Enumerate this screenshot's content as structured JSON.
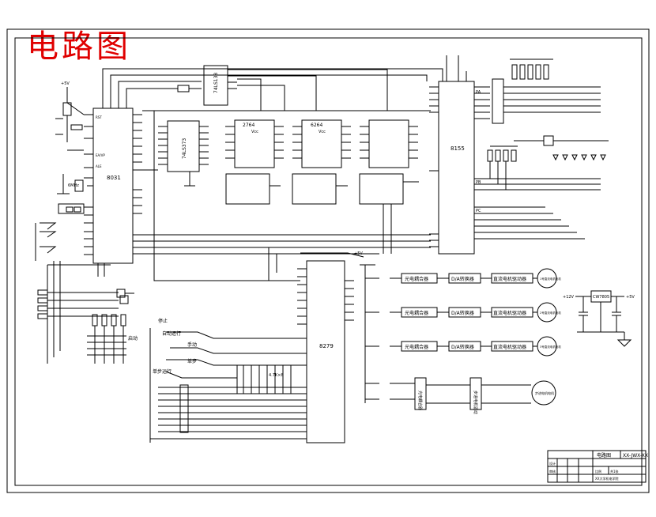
{
  "title": "电路图",
  "colors": {
    "title": "#e00000",
    "ink": "#000000",
    "paper": "#ffffff"
  },
  "chips": {
    "mcu": "8031",
    "latch": "74LS373",
    "eprom": "2764",
    "ram": "6264",
    "ppi": "8155",
    "adc": "8279",
    "decoder": "74LS138",
    "pin_vcc": "Vcc",
    "pin_ale": "ALE",
    "pin_ea": "EA/VP",
    "pin_rst": "RST"
  },
  "blocks": {
    "b1": "光电耦合器",
    "b2": "D/A转换器",
    "b3": "直流电机驱动器",
    "m1": "1号直流电机电机",
    "m2": "2号直流电机电机",
    "m3": "3号直流电机电机",
    "c1": "光电耦合器",
    "c2": "步进电机驱动",
    "m4": "步进电机电机"
  },
  "switches": {
    "auto": "自动运行",
    "manual": "手动",
    "step": "单步",
    "single": "单步运行",
    "stop": "停止",
    "start": "启动"
  },
  "labels": {
    "vcc": "+5V",
    "crystal": "6MHz",
    "reg": "CW7805",
    "in12": "+12V",
    "resnet": "4.7K×8",
    "port_pa": "PA",
    "port_pb": "PB",
    "port_pc": "PC"
  },
  "titleblock": {
    "name": "电路图",
    "code": "XX-JWX-XX",
    "row1": "设计",
    "row2": "审核",
    "scale": "比例",
    "sheet": "共1张",
    "school": "XX大学机电学院"
  }
}
